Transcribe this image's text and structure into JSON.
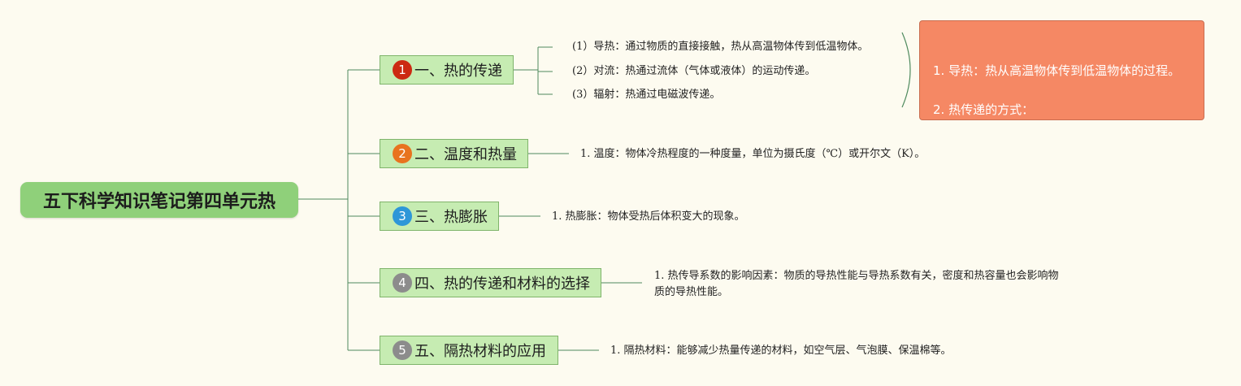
{
  "root": {
    "title": "五下科学知识笔记第四单元热"
  },
  "branches": [
    {
      "number": "1",
      "label": "一、热的传递",
      "color": "#cc2a12",
      "leaves": [
        "(1）导热：通过物质的直接接触，热从高温物体传到低温物体。",
        "(2）对流：热通过流体（气体或液体）的运动传递。",
        "(3）辐射：热通过电磁波传递。"
      ]
    },
    {
      "number": "2",
      "label": "二、温度和热量",
      "color": "#e8731f",
      "leaves": [
        "1. 温度：物体冷热程度的一种度量，单位为摄氏度（℃）或开尔文（K）。"
      ]
    },
    {
      "number": "3",
      "label": "三、热膨胀",
      "color": "#2e97d8",
      "leaves": [
        "1. 热膨胀：物体受热后体积变大的现象。"
      ]
    },
    {
      "number": "4",
      "label": "四、热的传递和材料的选择",
      "color": "#8c8c8c",
      "leaves": [
        "1. 热传导系数的影响因素：物质的导热性能与导热系数有关，密度和热容量也会影响物质的导热性能。"
      ]
    },
    {
      "number": "5",
      "label": "五、隔热材料的应用",
      "color": "#8c8c8c",
      "leaves": [
        "1. 隔热材料：能够减少热量传递的材料，如空气层、气泡膜、保温棉等。"
      ]
    }
  ],
  "summary": {
    "line1": "1. 导热：热从高温物体传到低温物体的过程。",
    "line2": "2. 热传递的方式："
  },
  "colors": {
    "line": "#4f8a5e",
    "root": "#8fd07a",
    "branch": "#c6ecb2",
    "summary": "#f58864"
  }
}
